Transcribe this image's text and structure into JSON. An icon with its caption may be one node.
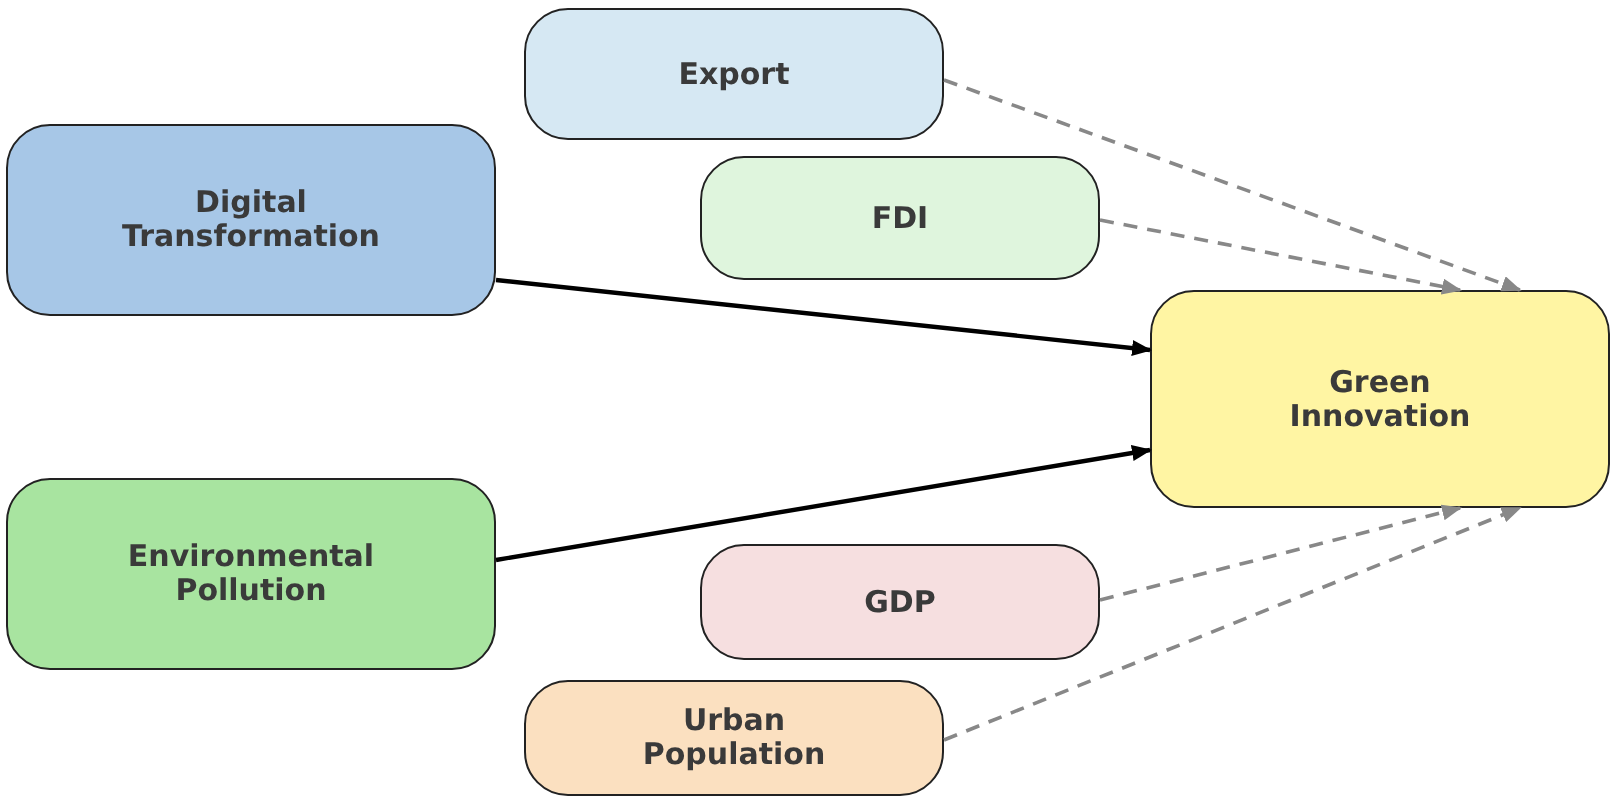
{
  "diagram": {
    "nodes": [
      {
        "text": [
          "Export"
        ]
      },
      {
        "text": [
          "Digital Transformation"
        ]
      },
      {
        "text": [
          "FDI"
        ]
      },
      {
        "text": [
          "Green Innovation"
        ]
      },
      {
        "text": [
          "Environmental Pollution"
        ]
      },
      {
        "text": [
          "GDP"
        ]
      },
      {
        "text": [
          "Urban Population"
        ]
      }
    ],
    "edges": [
      {
        "from": 1,
        "to": 3,
        "arrow": "to",
        "color": "#000000"
      },
      {
        "from": 4,
        "to": 3,
        "arrow": "to",
        "color": "#000000"
      },
      {
        "from": 0,
        "to": 3,
        "arrow": "to",
        "style": "dashed"
      },
      {
        "from": 2,
        "to": 3,
        "arrow": "to",
        "style": "dashed"
      },
      {
        "from": 5,
        "to": 3,
        "arrow": "to",
        "style": "dashed"
      },
      {
        "from": 6,
        "to": 3,
        "arrow": "to",
        "style": "dashed"
      }
    ]
  }
}
